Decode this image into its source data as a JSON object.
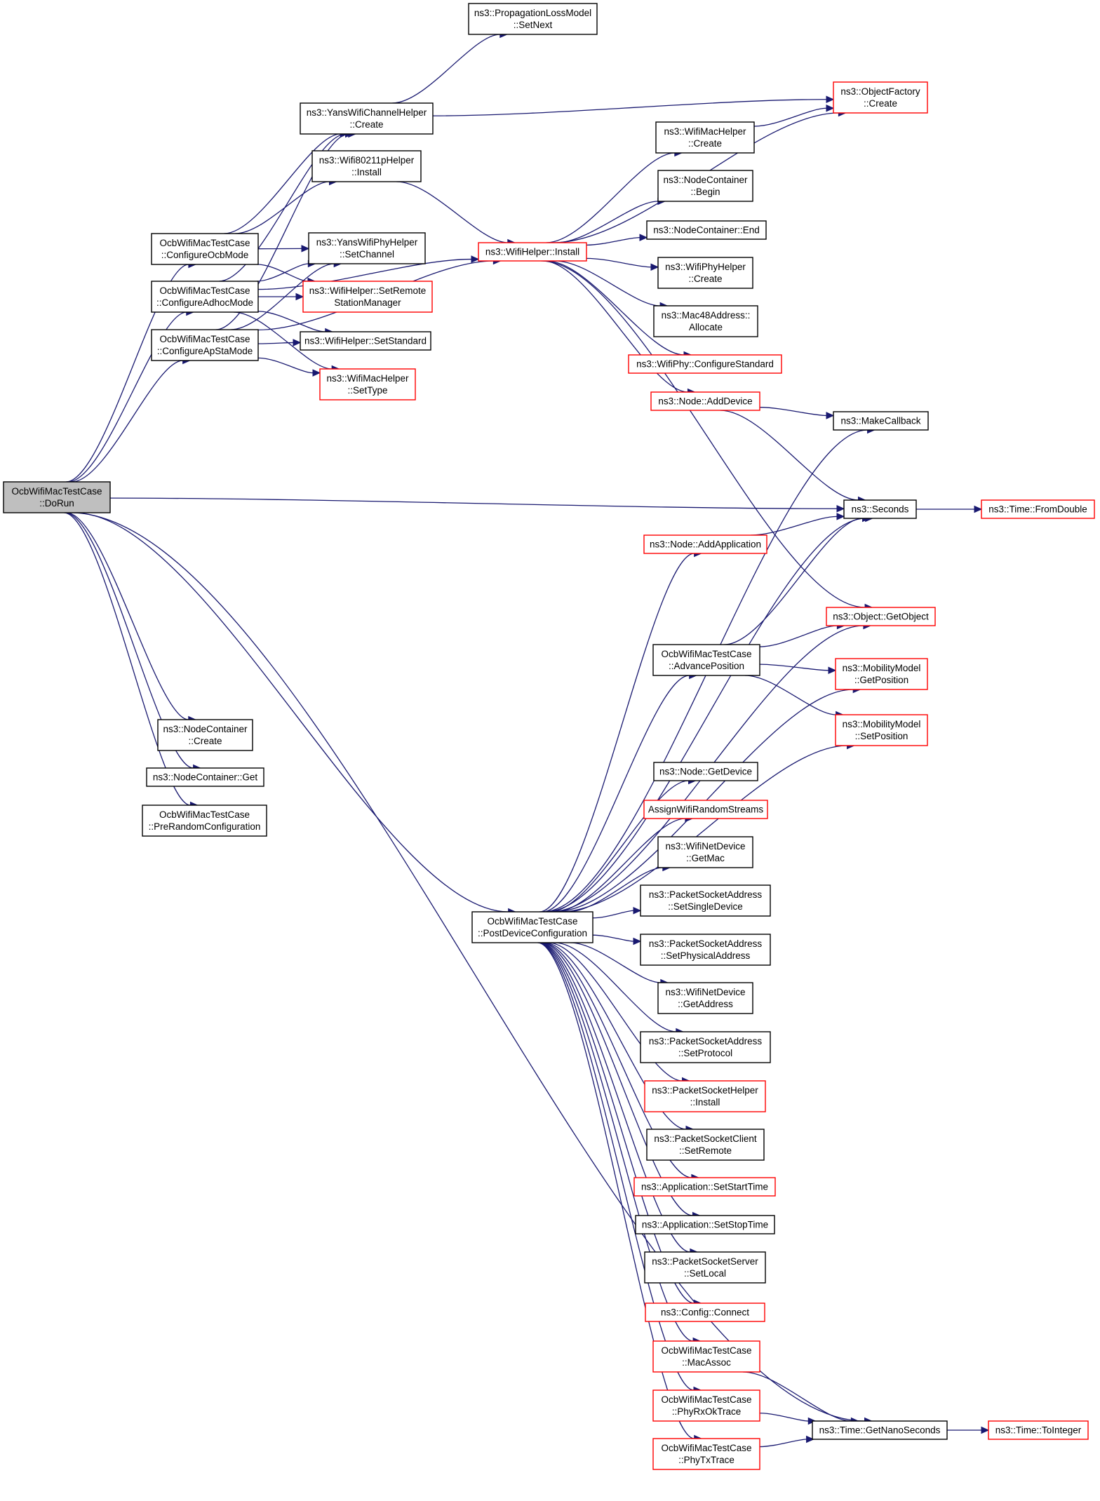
{
  "nodes": [
    {
      "id": "dorun",
      "lines": [
        "OcbWifiMacTestCase",
        "::DoRun"
      ],
      "style": "focus"
    },
    {
      "id": "cfg_ocb",
      "lines": [
        "OcbWifiMacTestCase",
        "::ConfigureOcbMode"
      ],
      "style": "normal"
    },
    {
      "id": "cfg_adhoc",
      "lines": [
        "OcbWifiMacTestCase",
        "::ConfigureAdhocMode"
      ],
      "style": "normal"
    },
    {
      "id": "cfg_apsta",
      "lines": [
        "OcbWifiMacTestCase",
        "::ConfigureApStaMode"
      ],
      "style": "normal"
    },
    {
      "id": "nc_create",
      "lines": [
        "ns3::NodeContainer",
        "::Create"
      ],
      "style": "normal"
    },
    {
      "id": "nc_get",
      "lines": [
        "ns3::NodeContainer::Get"
      ],
      "style": "normal"
    },
    {
      "id": "prerandom",
      "lines": [
        "OcbWifiMacTestCase",
        "::PreRandomConfiguration"
      ],
      "style": "normal"
    },
    {
      "id": "postdev",
      "lines": [
        "OcbWifiMacTestCase",
        "::PostDeviceConfiguration"
      ],
      "style": "normal"
    },
    {
      "id": "prop_setnext",
      "lines": [
        "ns3::PropagationLossModel",
        "::SetNext"
      ],
      "style": "normal"
    },
    {
      "id": "yans_ch_create",
      "lines": [
        "ns3::YansWifiChannelHelper",
        "::Create"
      ],
      "style": "normal"
    },
    {
      "id": "wifi80211p_install",
      "lines": [
        "ns3::Wifi80211pHelper",
        "::Install"
      ],
      "style": "normal"
    },
    {
      "id": "yans_phy_setch",
      "lines": [
        "ns3::YansWifiPhyHelper",
        "::SetChannel"
      ],
      "style": "normal"
    },
    {
      "id": "wh_setremote",
      "lines": [
        "ns3::WifiHelper::SetRemote",
        "StationManager"
      ],
      "style": "red"
    },
    {
      "id": "wh_setstd",
      "lines": [
        "ns3::WifiHelper::SetStandard"
      ],
      "style": "normal"
    },
    {
      "id": "wmh_settype",
      "lines": [
        "ns3::WifiMacHelper",
        "::SetType"
      ],
      "style": "red"
    },
    {
      "id": "wh_install",
      "lines": [
        "ns3::WifiHelper::Install"
      ],
      "style": "red"
    },
    {
      "id": "of_create",
      "lines": [
        "ns3::ObjectFactory",
        "::Create"
      ],
      "style": "red"
    },
    {
      "id": "wmh_create",
      "lines": [
        "ns3::WifiMacHelper",
        "::Create"
      ],
      "style": "normal"
    },
    {
      "id": "nc_begin",
      "lines": [
        "ns3::NodeContainer",
        "::Begin"
      ],
      "style": "normal"
    },
    {
      "id": "nc_end",
      "lines": [
        "ns3::NodeContainer::End"
      ],
      "style": "normal"
    },
    {
      "id": "wph_create",
      "lines": [
        "ns3::WifiPhyHelper",
        "::Create"
      ],
      "style": "normal"
    },
    {
      "id": "mac48_alloc",
      "lines": [
        "ns3::Mac48Address::",
        "Allocate"
      ],
      "style": "normal"
    },
    {
      "id": "wphy_cfgstd",
      "lines": [
        "ns3::WifiPhy::ConfigureStandard"
      ],
      "style": "red"
    },
    {
      "id": "node_adddev",
      "lines": [
        "ns3::Node::AddDevice"
      ],
      "style": "red"
    },
    {
      "id": "makecb",
      "lines": [
        "ns3::MakeCallback"
      ],
      "style": "normal"
    },
    {
      "id": "seconds",
      "lines": [
        "ns3::Seconds"
      ],
      "style": "normal"
    },
    {
      "id": "fromdouble",
      "lines": [
        "ns3::Time::FromDouble"
      ],
      "style": "red"
    },
    {
      "id": "node_addapp",
      "lines": [
        "ns3::Node::AddApplication"
      ],
      "style": "red"
    },
    {
      "id": "getobject",
      "lines": [
        "ns3::Object::GetObject"
      ],
      "style": "red"
    },
    {
      "id": "advpos",
      "lines": [
        "OcbWifiMacTestCase",
        "::AdvancePosition"
      ],
      "style": "normal"
    },
    {
      "id": "mm_getpos",
      "lines": [
        "ns3::MobilityModel",
        "::GetPosition"
      ],
      "style": "red"
    },
    {
      "id": "mm_setpos",
      "lines": [
        "ns3::MobilityModel",
        "::SetPosition"
      ],
      "style": "red"
    },
    {
      "id": "node_getdev",
      "lines": [
        "ns3::Node::GetDevice"
      ],
      "style": "normal"
    },
    {
      "id": "assignrand",
      "lines": [
        "AssignWifiRandomStreams"
      ],
      "style": "red"
    },
    {
      "id": "wnd_getmac",
      "lines": [
        "ns3::WifiNetDevice",
        "::GetMac"
      ],
      "style": "normal"
    },
    {
      "id": "psa_setsingle",
      "lines": [
        "ns3::PacketSocketAddress",
        "::SetSingleDevice"
      ],
      "style": "normal"
    },
    {
      "id": "psa_setphys",
      "lines": [
        "ns3::PacketSocketAddress",
        "::SetPhysicalAddress"
      ],
      "style": "normal"
    },
    {
      "id": "wnd_getaddr",
      "lines": [
        "ns3::WifiNetDevice",
        "::GetAddress"
      ],
      "style": "normal"
    },
    {
      "id": "psa_setproto",
      "lines": [
        "ns3::PacketSocketAddress",
        "::SetProtocol"
      ],
      "style": "normal"
    },
    {
      "id": "psh_install",
      "lines": [
        "ns3::PacketSocketHelper",
        "::Install"
      ],
      "style": "red"
    },
    {
      "id": "psc_setremote",
      "lines": [
        "ns3::PacketSocketClient",
        "::SetRemote"
      ],
      "style": "normal"
    },
    {
      "id": "app_setstart",
      "lines": [
        "ns3::Application::SetStartTime"
      ],
      "style": "red"
    },
    {
      "id": "app_setstop",
      "lines": [
        "ns3::Application::SetStopTime"
      ],
      "style": "normal"
    },
    {
      "id": "pss_setlocal",
      "lines": [
        "ns3::PacketSocketServer",
        "::SetLocal"
      ],
      "style": "normal"
    },
    {
      "id": "cfg_connect",
      "lines": [
        "ns3::Config::Connect"
      ],
      "style": "red"
    },
    {
      "id": "macassoc",
      "lines": [
        "OcbWifiMacTestCase",
        "::MacAssoc"
      ],
      "style": "red"
    },
    {
      "id": "phyrxok",
      "lines": [
        "OcbWifiMacTestCase",
        "::PhyRxOkTrace"
      ],
      "style": "red"
    },
    {
      "id": "phytx",
      "lines": [
        "OcbWifiMacTestCase",
        "::PhyTxTrace"
      ],
      "style": "red"
    },
    {
      "id": "getnanosec",
      "lines": [
        "ns3::Time::GetNanoSeconds"
      ],
      "style": "normal"
    },
    {
      "id": "tointeger",
      "lines": [
        "ns3::Time::ToInteger"
      ],
      "style": "red"
    }
  ],
  "edges": [
    [
      "dorun",
      "cfg_ocb"
    ],
    [
      "dorun",
      "cfg_adhoc"
    ],
    [
      "dorun",
      "cfg_apsta"
    ],
    [
      "dorun",
      "seconds"
    ],
    [
      "dorun",
      "nc_create"
    ],
    [
      "dorun",
      "nc_get"
    ],
    [
      "dorun",
      "prerandom"
    ],
    [
      "dorun",
      "postdev"
    ],
    [
      "dorun",
      "getnanosec"
    ],
    [
      "cfg_ocb",
      "yans_ch_create"
    ],
    [
      "cfg_ocb",
      "wifi80211p_install"
    ],
    [
      "cfg_ocb",
      "yans_phy_setch"
    ],
    [
      "cfg_ocb",
      "wh_setremote"
    ],
    [
      "cfg_adhoc",
      "yans_ch_create"
    ],
    [
      "cfg_adhoc",
      "yans_phy_setch"
    ],
    [
      "cfg_adhoc",
      "wh_setremote"
    ],
    [
      "cfg_adhoc",
      "wh_setstd"
    ],
    [
      "cfg_adhoc",
      "wmh_settype"
    ],
    [
      "cfg_adhoc",
      "wh_install"
    ],
    [
      "cfg_apsta",
      "yans_ch_create"
    ],
    [
      "cfg_apsta",
      "yans_phy_setch"
    ],
    [
      "cfg_apsta",
      "wh_setstd"
    ],
    [
      "cfg_apsta",
      "wmh_settype"
    ],
    [
      "cfg_apsta",
      "wh_install"
    ],
    [
      "yans_ch_create",
      "prop_setnext"
    ],
    [
      "yans_ch_create",
      "of_create"
    ],
    [
      "wifi80211p_install",
      "wh_install"
    ],
    [
      "wh_install",
      "of_create"
    ],
    [
      "wh_install",
      "wmh_create"
    ],
    [
      "wh_install",
      "nc_begin"
    ],
    [
      "wh_install",
      "nc_end"
    ],
    [
      "wh_install",
      "wph_create"
    ],
    [
      "wh_install",
      "mac48_alloc"
    ],
    [
      "wh_install",
      "wphy_cfgstd"
    ],
    [
      "wh_install",
      "node_adddev"
    ],
    [
      "wh_install",
      "getobject"
    ],
    [
      "wmh_create",
      "of_create"
    ],
    [
      "node_adddev",
      "makecb"
    ],
    [
      "node_adddev",
      "seconds"
    ],
    [
      "seconds",
      "fromdouble"
    ],
    [
      "node_addapp",
      "seconds"
    ],
    [
      "advpos",
      "seconds"
    ],
    [
      "advpos",
      "getobject"
    ],
    [
      "advpos",
      "mm_getpos"
    ],
    [
      "advpos",
      "mm_setpos"
    ],
    [
      "postdev",
      "makecb"
    ],
    [
      "postdev",
      "seconds"
    ],
    [
      "postdev",
      "node_addapp"
    ],
    [
      "postdev",
      "getobject"
    ],
    [
      "postdev",
      "advpos"
    ],
    [
      "postdev",
      "mm_getpos"
    ],
    [
      "postdev",
      "mm_setpos"
    ],
    [
      "postdev",
      "node_getdev"
    ],
    [
      "postdev",
      "assignrand"
    ],
    [
      "postdev",
      "wnd_getmac"
    ],
    [
      "postdev",
      "psa_setsingle"
    ],
    [
      "postdev",
      "psa_setphys"
    ],
    [
      "postdev",
      "wnd_getaddr"
    ],
    [
      "postdev",
      "psa_setproto"
    ],
    [
      "postdev",
      "psh_install"
    ],
    [
      "postdev",
      "psc_setremote"
    ],
    [
      "postdev",
      "app_setstart"
    ],
    [
      "postdev",
      "app_setstop"
    ],
    [
      "postdev",
      "pss_setlocal"
    ],
    [
      "postdev",
      "cfg_connect"
    ],
    [
      "postdev",
      "macassoc"
    ],
    [
      "postdev",
      "phyrxok"
    ],
    [
      "postdev",
      "phytx"
    ],
    [
      "macassoc",
      "getnanosec"
    ],
    [
      "phyrxok",
      "getnanosec"
    ],
    [
      "phytx",
      "getnanosec"
    ],
    [
      "getnanosec",
      "tointeger"
    ]
  ]
}
